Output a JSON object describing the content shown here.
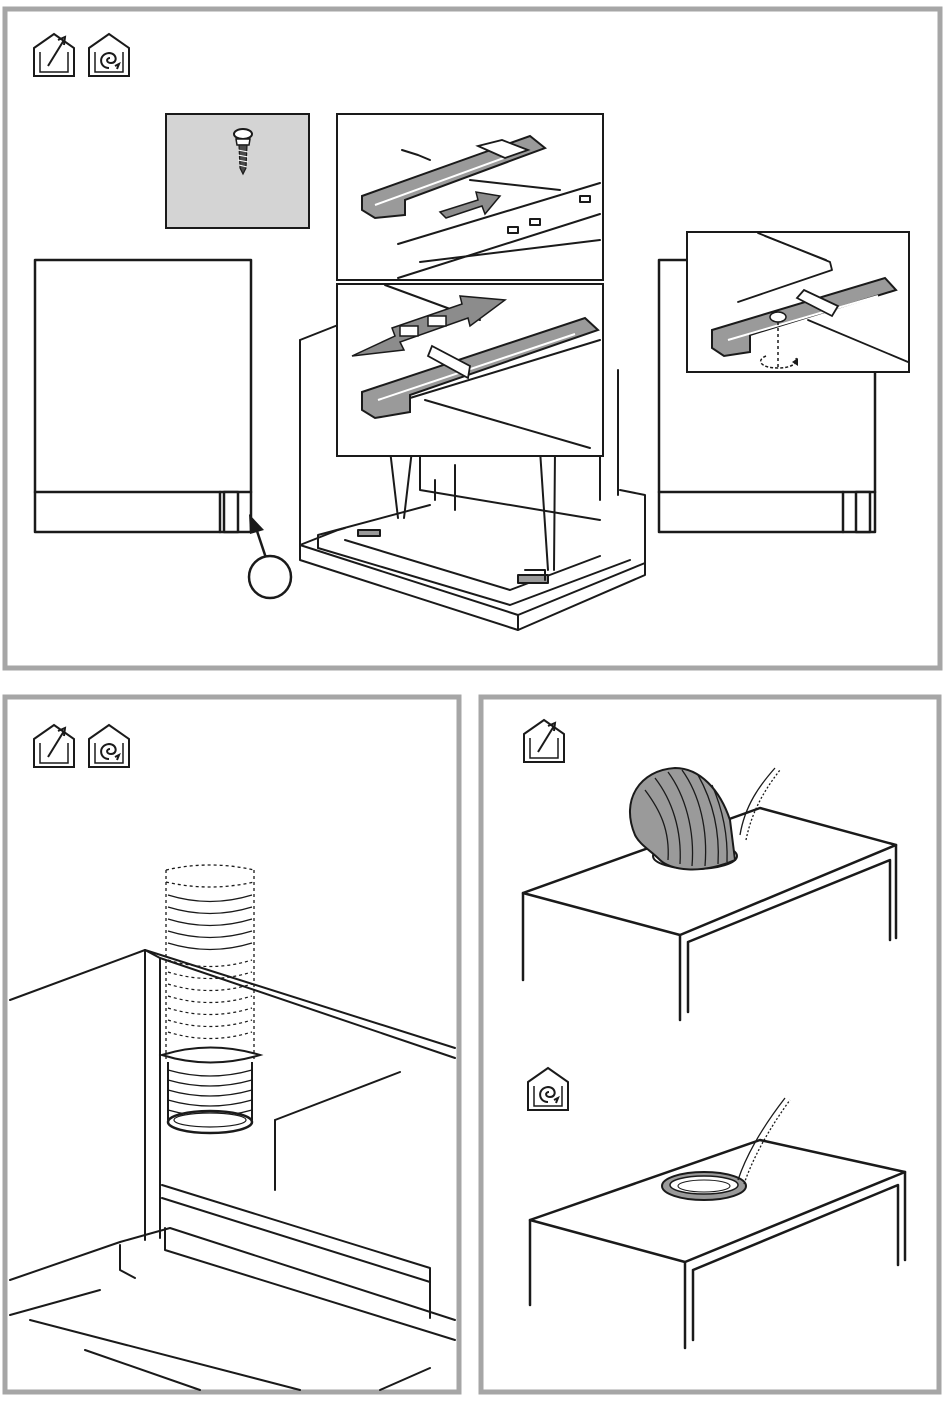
{
  "colors": {
    "frame": "#a6a6a6",
    "ink": "#1a1a1a",
    "part_fill": "#9a9a9a",
    "inset_fill": "#d4d4d4",
    "arrow_fill": "#8c8c8c"
  },
  "icons": {
    "ducted_mode": "house-with-exhaust-arrow-icon",
    "recirculation_mode": "house-with-recirculation-spiral-icon"
  },
  "panels": [
    {
      "id": "top",
      "icon_modes": [
        "ducted_mode",
        "recirculation_mode"
      ]
    },
    {
      "id": "bottom-left",
      "icon_modes": [
        "ducted_mode",
        "recirculation_mode"
      ]
    },
    {
      "id": "bottom-right-upper",
      "icon_modes": [
        "ducted_mode"
      ]
    },
    {
      "id": "bottom-right-lower",
      "icon_modes": [
        "recirculation_mode"
      ]
    }
  ]
}
